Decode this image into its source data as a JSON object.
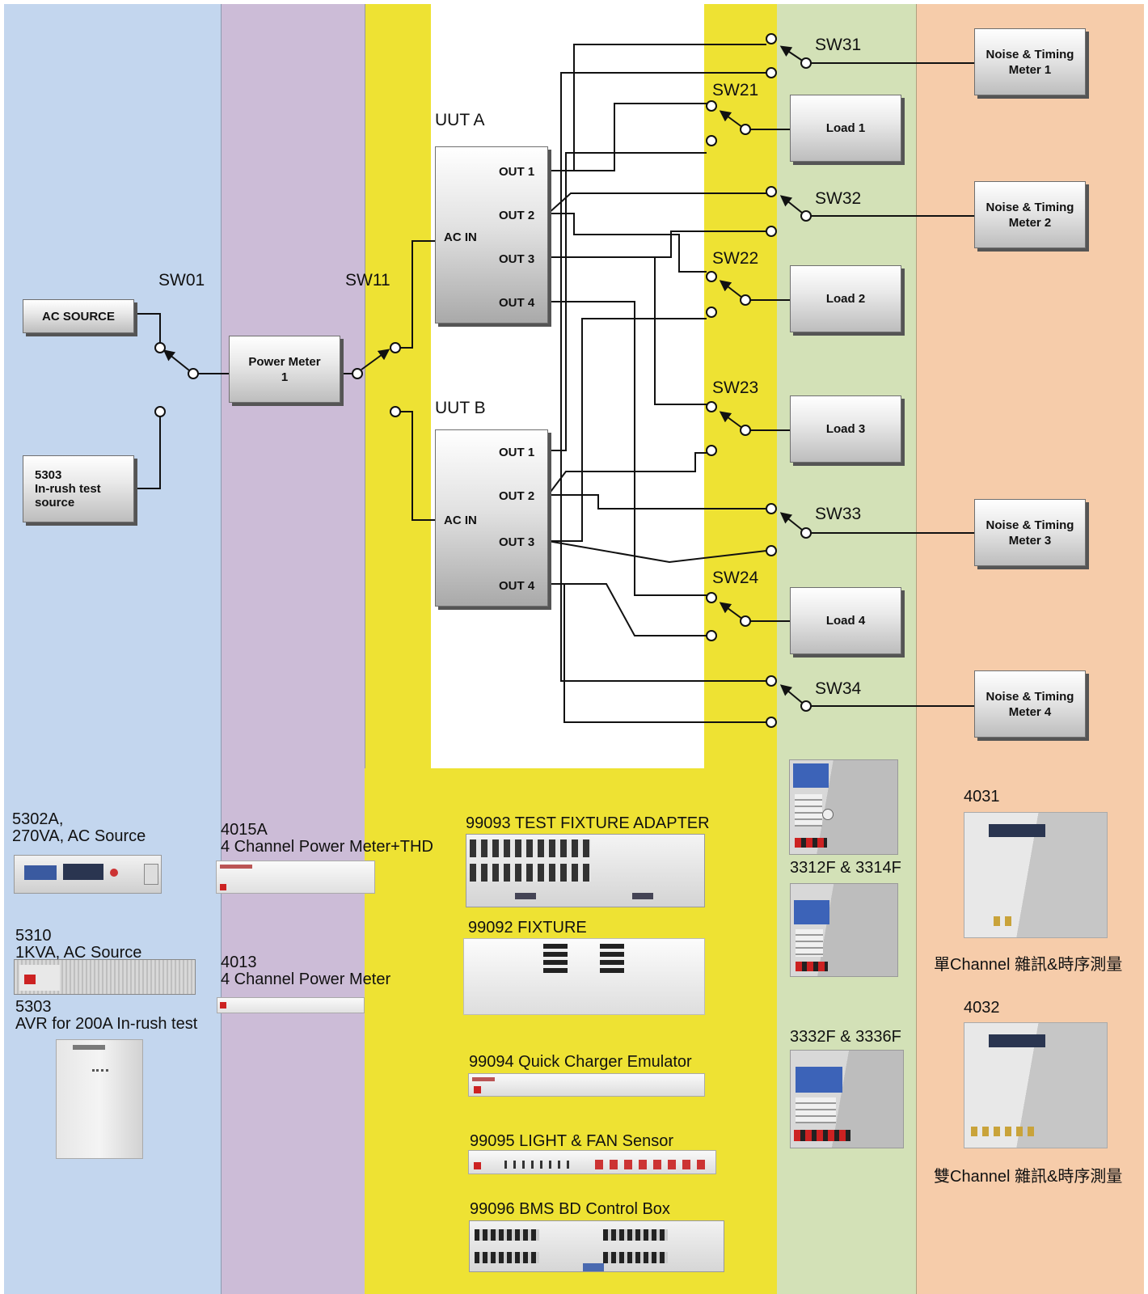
{
  "colors": {
    "col1": "#c3d6ee",
    "col2": "#ccbcd7",
    "col3": "#eee233",
    "col4": "#d3e1b7",
    "col5": "#f6ccaa",
    "wire": "#111111"
  },
  "switches": {
    "sw01": "SW01",
    "sw11": "SW11",
    "sw21": "SW21",
    "sw22": "SW22",
    "sw23": "SW23",
    "sw24": "SW24",
    "sw31": "SW31",
    "sw32": "SW32",
    "sw33": "SW33",
    "sw34": "SW34"
  },
  "sources": {
    "ac_source": "AC SOURCE",
    "inrush": "5303\nIn-rush test\nsource",
    "power_meter": "Power Meter\n1"
  },
  "uut_a": {
    "title": "UUT A",
    "ac_in": "AC IN",
    "outs": [
      "OUT 1",
      "OUT 2",
      "OUT 3",
      "OUT 4"
    ]
  },
  "uut_b": {
    "title": "UUT B",
    "ac_in": "AC IN",
    "outs": [
      "OUT 1",
      "OUT 2",
      "OUT 3",
      "OUT 4"
    ]
  },
  "loads": [
    "Load 1",
    "Load 2",
    "Load 3",
    "Load 4"
  ],
  "noise_meters": [
    "Noise & Timing\nMeter 1",
    "Noise & Timing\nMeter 2",
    "Noise & Timing\nMeter 3",
    "Noise & Timing\nMeter 4"
  ],
  "products": {
    "p5302a": "5302A,\n270VA, AC Source",
    "p5310": "5310\n1KVA, AC Source",
    "p5303": "5303\nAVR for 200A In-rush test",
    "p4015a": "4015A\n4 Channel Power Meter+THD",
    "p4013": "4013\n4 Channel Power Meter",
    "p99093": "99093 TEST FIXTURE ADAPTER",
    "p99092": "99092 FIXTURE",
    "p99094": "99094 Quick Charger Emulator",
    "p99095": "99095 LIGHT & FAN Sensor",
    "p99096": "99096 BMS BD Control Box",
    "p3312": "3312F & 3314F",
    "p3332": "3332F & 3336F",
    "p4031": "4031",
    "p4031_desc": "單Channel 雜訊&時序測量",
    "p4032": "4032",
    "p4032_desc": "雙Channel 雜訊&時序測量"
  }
}
